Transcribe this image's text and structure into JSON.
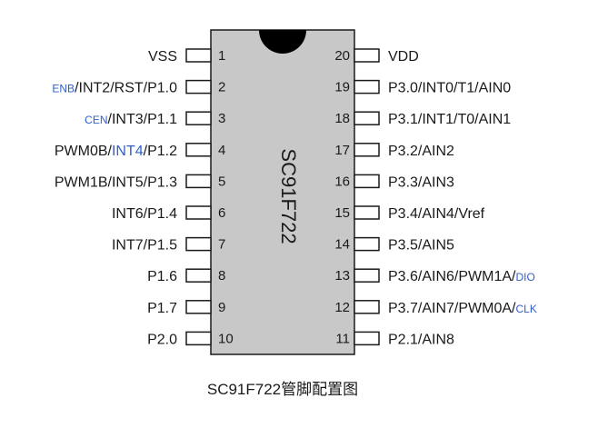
{
  "chip": {
    "name": "SC91F722",
    "caption": "SC91F722管脚配置图"
  },
  "colors": {
    "body_fill": "#c8c8c8",
    "text": "#1a1a1a",
    "highlight": "#2f5fc9"
  },
  "left_pins": [
    {
      "number": "1",
      "parts": [
        {
          "text": "VSS"
        }
      ]
    },
    {
      "number": "2",
      "parts": [
        {
          "text": "ENB",
          "style": "blue-small"
        },
        {
          "text": "/INT2/RST/P1.0"
        }
      ]
    },
    {
      "number": "3",
      "parts": [
        {
          "text": "CEN",
          "style": "blue-small"
        },
        {
          "text": "/INT3/P1.1"
        }
      ]
    },
    {
      "number": "4",
      "parts": [
        {
          "text": "PWM0B/"
        },
        {
          "text": "INT4",
          "style": "blue"
        },
        {
          "text": "/P1.2"
        }
      ]
    },
    {
      "number": "5",
      "parts": [
        {
          "text": "PWM1B/INT5/P1.3"
        }
      ]
    },
    {
      "number": "6",
      "parts": [
        {
          "text": "INT6/P1.4"
        }
      ]
    },
    {
      "number": "7",
      "parts": [
        {
          "text": "INT7/P1.5"
        }
      ]
    },
    {
      "number": "8",
      "parts": [
        {
          "text": "P1.6"
        }
      ]
    },
    {
      "number": "9",
      "parts": [
        {
          "text": "P1.7"
        }
      ]
    },
    {
      "number": "10",
      "parts": [
        {
          "text": "P2.0"
        }
      ]
    }
  ],
  "right_pins": [
    {
      "number": "20",
      "parts": [
        {
          "text": "VDD"
        }
      ]
    },
    {
      "number": "19",
      "parts": [
        {
          "text": "P3.0/INT0/T1/AIN0"
        }
      ]
    },
    {
      "number": "18",
      "parts": [
        {
          "text": "P3.1/INT1/T0/AIN1"
        }
      ]
    },
    {
      "number": "17",
      "parts": [
        {
          "text": "P3.2/AIN2"
        }
      ]
    },
    {
      "number": "16",
      "parts": [
        {
          "text": "P3.3/AIN3"
        }
      ]
    },
    {
      "number": "15",
      "parts": [
        {
          "text": "P3.4/AIN4/Vref"
        }
      ]
    },
    {
      "number": "14",
      "parts": [
        {
          "text": "P3.5/AIN5"
        }
      ]
    },
    {
      "number": "13",
      "parts": [
        {
          "text": "P3.6/AIN6/PWM1A/"
        },
        {
          "text": "DIO",
          "style": "blue-small"
        }
      ]
    },
    {
      "number": "12",
      "parts": [
        {
          "text": "P3.7/AIN7/PWM0A/"
        },
        {
          "text": "CLK",
          "style": "blue-small"
        }
      ]
    },
    {
      "number": "11",
      "parts": [
        {
          "text": "P2.1/AIN8"
        }
      ]
    }
  ]
}
